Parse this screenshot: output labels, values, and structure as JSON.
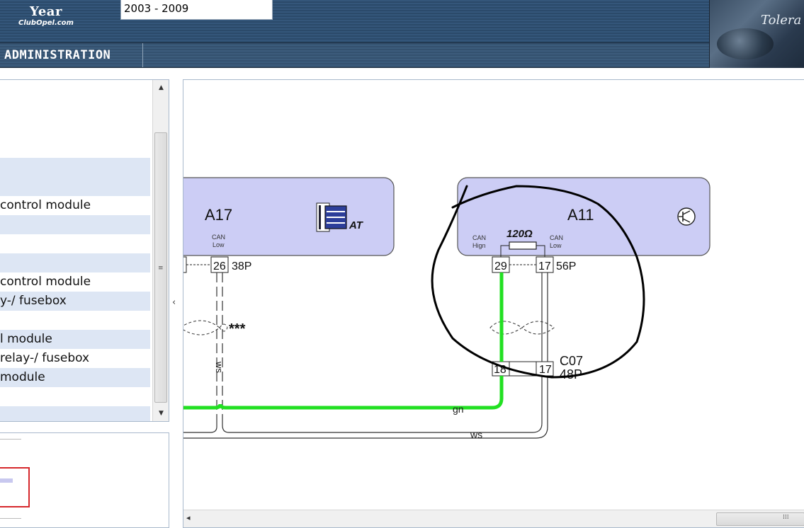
{
  "header": {
    "logo_year": "Year",
    "logo_site": "ClubOpel.com",
    "year_range": "2003 - 2009",
    "brand_text": "Tolera"
  },
  "nav": {
    "admin_label": "ADMINISTRATION"
  },
  "list": {
    "items": [
      {
        "label": "",
        "alt": false
      },
      {
        "label": "",
        "alt": false
      },
      {
        "label": "",
        "alt": true
      },
      {
        "label": "",
        "alt": true
      },
      {
        "label": "control module",
        "alt": false
      },
      {
        "label": "",
        "alt": true
      },
      {
        "label": "",
        "alt": false
      },
      {
        "label": "",
        "alt": true
      },
      {
        "label": "control module",
        "alt": false
      },
      {
        "label": "y-/ fusebox",
        "alt": true
      },
      {
        "label": "",
        "alt": false
      },
      {
        "label": "l module",
        "alt": true
      },
      {
        "label": "relay-/ fusebox",
        "alt": false
      },
      {
        "label": "module",
        "alt": true
      },
      {
        "label": "",
        "alt": false
      },
      {
        "label": "",
        "alt": true
      }
    ]
  },
  "diagram": {
    "module_left": {
      "name": "A17",
      "badge": "AT",
      "pin_label_top": "CAN",
      "pin_label_bottom": "Low",
      "pin": "26",
      "connector": "38P"
    },
    "module_right": {
      "name": "A11",
      "resistor": "120Ω",
      "can_high_top": "CAN",
      "can_high_bottom": "Hign",
      "can_low_top": "CAN",
      "can_low_bottom": "Low",
      "pin_high": "29",
      "pin_low": "17",
      "connector": "56P"
    },
    "connector_c07": {
      "name": "C07",
      "size": "48P",
      "pin_a": "18",
      "pin_b": "17"
    },
    "twist_note": "***",
    "wire_vertical_label": "ws",
    "wire_green_label": "gn",
    "wire_white_label": "ws"
  },
  "colors": {
    "module_fill": "#cccdf5",
    "wire_green": "#22e022",
    "annotation": "#000000"
  }
}
